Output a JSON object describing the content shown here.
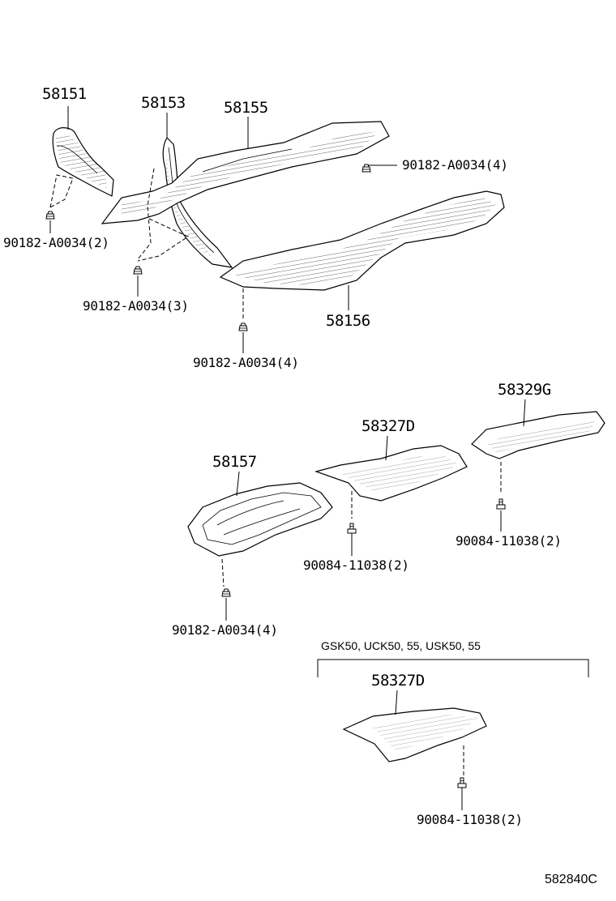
{
  "parts": [
    {
      "id": "p1",
      "number": "58151"
    },
    {
      "id": "p2",
      "number": "58153"
    },
    {
      "id": "p3",
      "number": "58155"
    },
    {
      "id": "p4",
      "number": "58156"
    },
    {
      "id": "p5",
      "number": "58157"
    },
    {
      "id": "p6",
      "number": "58327D"
    },
    {
      "id": "p7",
      "number": "58329G"
    },
    {
      "id": "p8",
      "number": "58327D"
    }
  ],
  "fasteners": [
    {
      "id": "f1",
      "label": "90182-A0034(2)"
    },
    {
      "id": "f2",
      "label": "90182-A0034(3)"
    },
    {
      "id": "f3",
      "label": "90182-A0034(4)"
    },
    {
      "id": "f4",
      "label": "90182-A0034(4)"
    },
    {
      "id": "f5",
      "label": "90182-A0034(4)"
    },
    {
      "id": "f6",
      "label": "90084-11038(2)"
    },
    {
      "id": "f7",
      "label": "90084-11038(2)"
    },
    {
      "id": "f8",
      "label": "90084-11038(2)"
    }
  ],
  "applicability_note": "GSK50, UCK50, 55, USK50, 55",
  "diagram_reference": "582840C"
}
